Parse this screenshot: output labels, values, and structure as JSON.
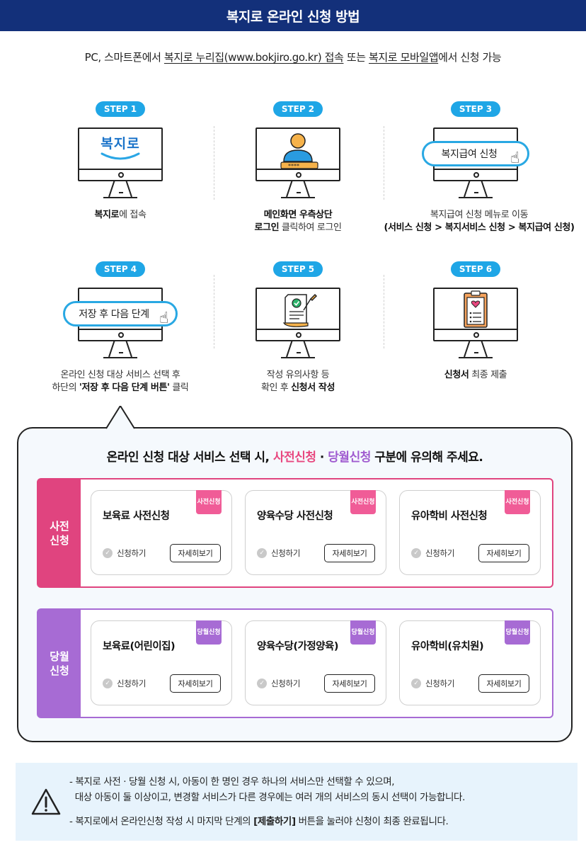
{
  "header": {
    "title": "복지로 온라인 신청 방법"
  },
  "intro": {
    "prefix": "PC, 스마트폰에서 ",
    "link1": "복지로 누리집(www.bokjiro.go.kr) 접속",
    "mid": " 또는 ",
    "link2": "복지로 모바일앱",
    "suffix": "에서 신청 가능"
  },
  "steps": [
    {
      "badge": "STEP 1",
      "screen_text": "복지로",
      "cap_bold": "복지로",
      "cap_rest": "에 접속"
    },
    {
      "badge": "STEP 2",
      "screen_text": "****",
      "cap_line1": "메인화면 우측상단",
      "cap_line2_bold": "로그인",
      "cap_line2_rest": " 클릭하여 로그인"
    },
    {
      "badge": "STEP 3",
      "pill": "복지급여 신청",
      "cap_line1": "복지급여 신청 메뉴로 이동",
      "cap_line2": "(서비스 신청 > 복지서비스 신청 > 복지급여 신청)"
    },
    {
      "badge": "STEP 4",
      "pill": "저장 후 다음 단계",
      "cap_line1": "온라인 신청 대상 서비스 선택 후",
      "cap_line2_pre": "하단의 ",
      "cap_line2_bold": "'저장 후 다음 단계 버튼'",
      "cap_line2_post": " 클릭"
    },
    {
      "badge": "STEP 5",
      "cap_line1": "작성 유의사항 등",
      "cap_line2_pre": "확인 후 ",
      "cap_line2_bold": "신청서 작성"
    },
    {
      "badge": "STEP 6",
      "cap_bold": "신청서",
      "cap_rest": " 최종 제출"
    }
  ],
  "notice_box": {
    "title_pre": "온라인 신청 대상 서비스 선택 시, ",
    "title_pink": "사전신청",
    "title_dot": " · ",
    "title_purple": "당월신청",
    "title_post": " 구분에 유의해 주세요."
  },
  "groups": {
    "pre": {
      "side_line1": "사전",
      "side_line2": "신청",
      "tag_line1": "사전",
      "tag_line2": "신청",
      "cards": [
        {
          "name": "보육료 사전신청",
          "apply": "신청하기",
          "detail": "자세히보기"
        },
        {
          "name": "양육수당 사전신청",
          "apply": "신청하기",
          "detail": "자세히보기"
        },
        {
          "name": "유아학비 사전신청",
          "apply": "신청하기",
          "detail": "자세히보기"
        }
      ]
    },
    "month": {
      "side_line1": "당월",
      "side_line2": "신청",
      "tag_line1": "당월",
      "tag_line2": "신청",
      "cards": [
        {
          "name": "보육료(어린이집)",
          "apply": "신청하기",
          "detail": "자세히보기"
        },
        {
          "name": "양육수당(가정양육)",
          "apply": "신청하기",
          "detail": "자세히보기"
        },
        {
          "name": "유아학비(유치원)",
          "apply": "신청하기",
          "detail": "자세히보기"
        }
      ]
    }
  },
  "footer_notice": {
    "line1": "- 복지로 사전 · 당월 신청 시, 아동이 한 명인 경우 하나의 서비스만 선택할 수 있으며,",
    "line2": "  대상 아동이 둘 이상이고, 변경할 서비스가 다른 경우에는 여러 개의 서비스의 동시 선택이 가능합니다.",
    "line3_pre": "- 복지로에서 온라인신청 작성 시 마지막 단계의 ",
    "line3_bold": "[제출하기]",
    "line3_post": " 버튼을 눌러야 신청이 최종 완료됩니다."
  },
  "colors": {
    "header": "#13307a",
    "step_badge": "#1fa6e6",
    "pink": "#e0447f",
    "purple": "#a76bd4",
    "notice_bg": "#e7f3fc"
  },
  "icons": [
    "bokjiro-logo",
    "user-login-icon",
    "pointing-hand-icon",
    "document-check-icon",
    "clipboard-heart-icon",
    "check-circle-icon",
    "warning-icon"
  ]
}
